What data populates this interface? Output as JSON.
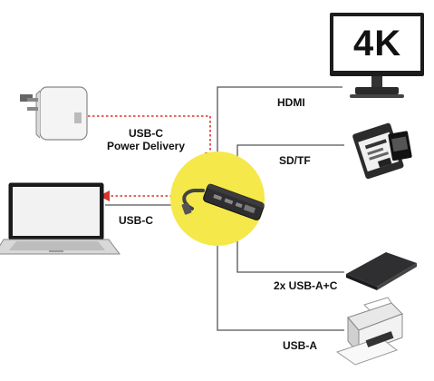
{
  "labels": {
    "power_delivery_line1": "USB-C",
    "power_delivery_line2": "Power Delivery",
    "usbc_laptop": "USB-C",
    "hdmi": "HDMI",
    "sdtf": "SD/TF",
    "usb_a_c": "2x USB-A+C",
    "usb_a": "USB-A",
    "monitor_text": "4K"
  },
  "colors": {
    "accent_yellow": "#f5e84a",
    "arrow_red": "#d8342c",
    "line_gray": "#555555"
  }
}
